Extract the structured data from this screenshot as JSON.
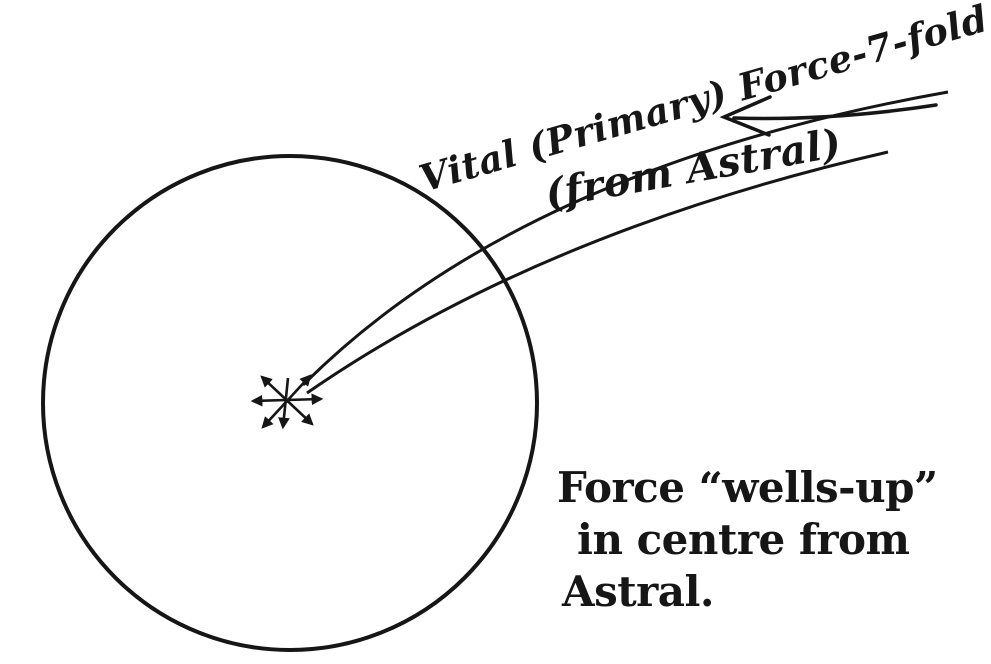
{
  "diagram": {
    "background_color": "#ffffff",
    "ink_color": "#161616",
    "labels": {
      "vital_force": "Vital (Primary) Force-7-fold",
      "from_astral": "(from Astral)",
      "wells_up_line1": "Force “wells-up”",
      "wells_up_line2": "in centre from",
      "wells_up_line3": "Astral."
    },
    "icons": {
      "center_burst": "radiating-arrows-star-icon",
      "inflow_arrow": "left-arrow-icon"
    }
  }
}
